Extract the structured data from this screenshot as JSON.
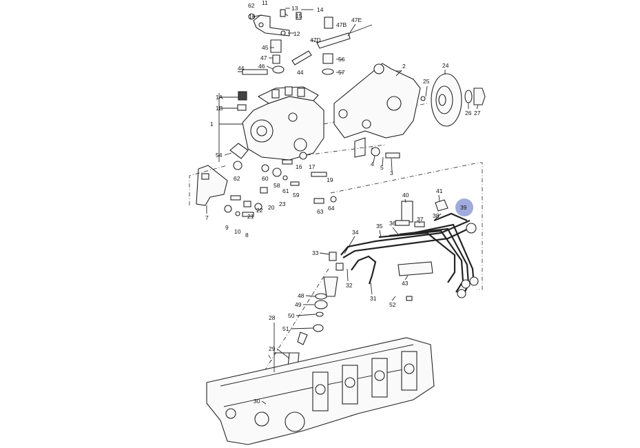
{
  "highlight_color": "#8f9bd6",
  "labels": {
    "p62a": "62",
    "p11": "11",
    "p13": "13",
    "p14": "14",
    "p15": "15",
    "p16a": "16",
    "p12": "12",
    "p47E": "47E",
    "p47B": "47B",
    "p47D": "47D",
    "p45": "45",
    "p47": "47",
    "p46": "46",
    "p44a": "44",
    "p44b": "44",
    "p56": "56",
    "p57": "57",
    "p2": "2",
    "p25": "25",
    "p24": "24",
    "p26": "26",
    "p27": "27",
    "p1A": "1A",
    "p1B": "1B",
    "p1": "1",
    "p54": "54",
    "p4": "4",
    "p5": "5",
    "p3": "3",
    "p16b": "16",
    "p17": "17",
    "p19": "19",
    "p60": "60",
    "p58": "58",
    "p61": "61",
    "p59": "59",
    "p62b": "62",
    "p23": "23",
    "p7": "7",
    "p22": "22",
    "p20": "20",
    "p21": "21",
    "p9": "9",
    "p10": "10",
    "p8": "8",
    "p63": "63",
    "p64": "64",
    "p40": "40",
    "p41": "41",
    "p39": "39",
    "p38": "38",
    "p37": "37",
    "p36": "36",
    "p35": "35",
    "p34": "34",
    "p33": "33",
    "p32": "32",
    "p31": "31",
    "p43": "43",
    "p52": "52",
    "p48": "48",
    "p49": "49",
    "p50": "50",
    "p51": "51",
    "p28": "28",
    "p29": "29",
    "p30": "30"
  }
}
